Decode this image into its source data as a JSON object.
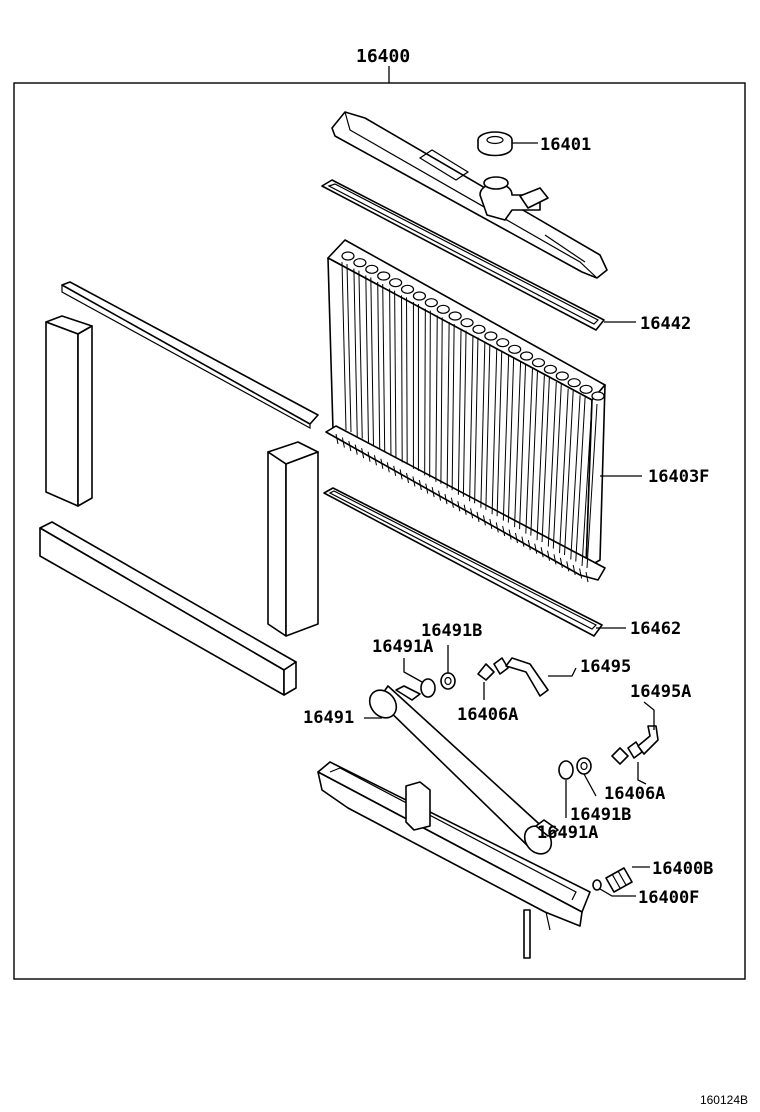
{
  "diagram": {
    "assembly_label": "16400",
    "catalog_id": "160124B",
    "labels": [
      {
        "key": "p16401",
        "text": "16401"
      },
      {
        "key": "p16442",
        "text": "16442"
      },
      {
        "key": "p16403F",
        "text": "16403F"
      },
      {
        "key": "p16462",
        "text": "16462"
      },
      {
        "key": "p16491B_top",
        "text": "16491B"
      },
      {
        "key": "p16491A_top",
        "text": "16491A"
      },
      {
        "key": "p16495",
        "text": "16495"
      },
      {
        "key": "p16495A",
        "text": "16495A"
      },
      {
        "key": "p16406A_mid",
        "text": "16406A"
      },
      {
        "key": "p16491",
        "text": "16491"
      },
      {
        "key": "p16406A_right",
        "text": "16406A"
      },
      {
        "key": "p16491B_bot",
        "text": "16491B"
      },
      {
        "key": "p16491A_bot",
        "text": "16491A"
      },
      {
        "key": "p16400B",
        "text": "16400B"
      },
      {
        "key": "p16400F",
        "text": "16400F"
      }
    ]
  }
}
